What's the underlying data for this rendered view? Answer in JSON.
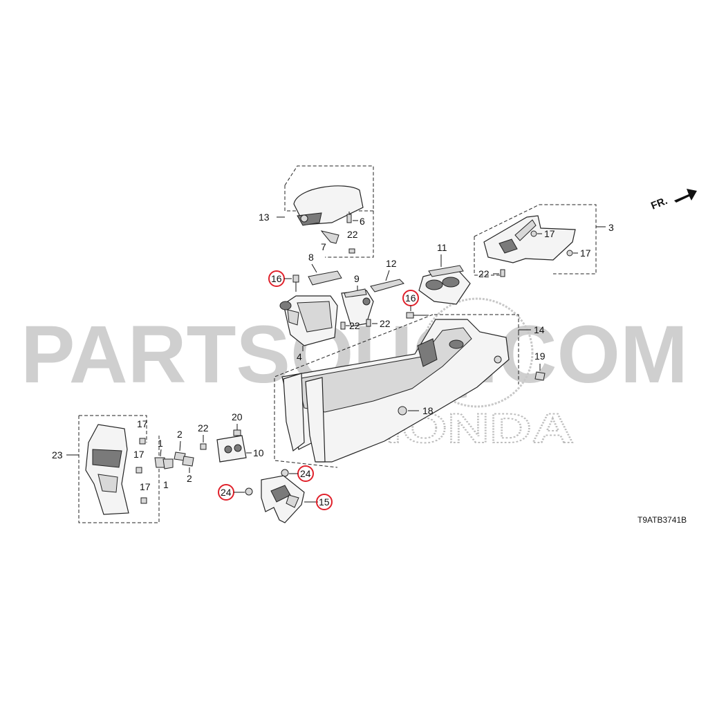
{
  "watermark": {
    "text": "PARTSOUQ.COM",
    "brand": "HONDA"
  },
  "direction": {
    "label": "FR."
  },
  "diagram_code": "T9ATB3741B",
  "callouts": {
    "c13": "13",
    "c6": "6",
    "c7": "7",
    "c22a": "22",
    "c8": "8",
    "c12": "12",
    "c11": "11",
    "c3": "3",
    "c17a": "17",
    "c17b": "17",
    "c22b": "22",
    "c16a": "16",
    "c9": "9",
    "c22c": "22",
    "c22d": "22",
    "c4": "4",
    "c16b": "16",
    "c14": "14",
    "c19": "19",
    "c18": "18",
    "c17c": "17",
    "c17d": "17",
    "c17e": "17",
    "c1a": "1",
    "c1b": "1",
    "c2a": "2",
    "c2b": "2",
    "c23": "23",
    "c22e": "22",
    "c20": "20",
    "c10": "10",
    "c24a": "24",
    "c24b": "24",
    "c15": "15"
  },
  "colors": {
    "highlight": "#e0202a",
    "watermark": "#cfcfcf"
  }
}
